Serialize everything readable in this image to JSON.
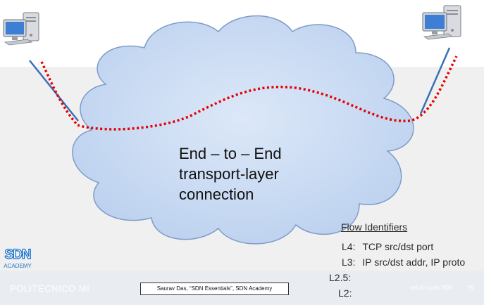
{
  "cloud": {
    "line1": "End – to – End",
    "line2": "transport-layer",
    "line3": "connection"
  },
  "flow": {
    "title": "Flow Identifiers",
    "rows": [
      {
        "label": "L4:",
        "value": "TCP src/dst port"
      },
      {
        "label": "L3:",
        "value": "IP src/dst addr, IP proto"
      },
      {
        "label": "L2.5:",
        "value": ""
      },
      {
        "label": "L2:",
        "value": ""
      }
    ]
  },
  "footer": {
    "left_text": "POLITECNICO MI",
    "right_text": "reti di routin   SDN",
    "page_number": "75",
    "citation": "Saurav Das, “SDN Essentials”, SDN Academy"
  },
  "logo": {
    "top": "SDN",
    "bottom": "ACADEMY"
  },
  "colors": {
    "cloud_fill": "#c9daf3",
    "cloud_stroke": "#7f9cc8",
    "path_dotted": "#e60000",
    "link_line": "#3b6fb6"
  },
  "icons": [
    "computer-icon",
    "computer-icon"
  ]
}
